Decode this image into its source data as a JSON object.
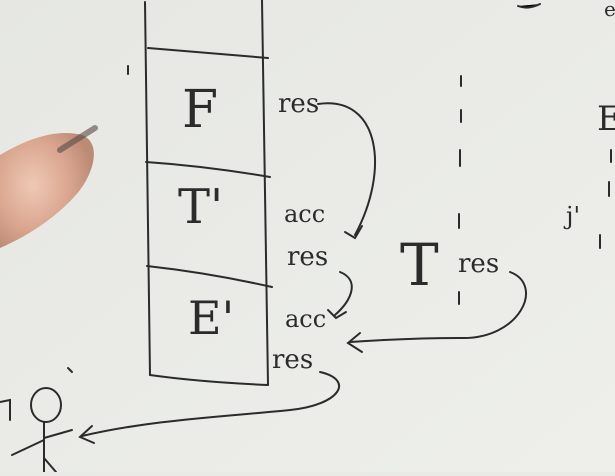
{
  "whiteboard": {
    "stack_frames": [
      {
        "label": "F"
      },
      {
        "label": "T'"
      },
      {
        "label": "E'"
      }
    ],
    "annotations": {
      "res_1": "res",
      "acc_1": "acc",
      "res_2": "res",
      "acc_2": "acc",
      "res_3": "res",
      "res_t": "res"
    },
    "node_label": "T",
    "edge_letters": {
      "top": "e",
      "mid": "E",
      "lower": "j'"
    }
  },
  "colors": {
    "board": "#e9eae6",
    "ink": "#2b2b2b",
    "hand": "#d9a28b"
  }
}
